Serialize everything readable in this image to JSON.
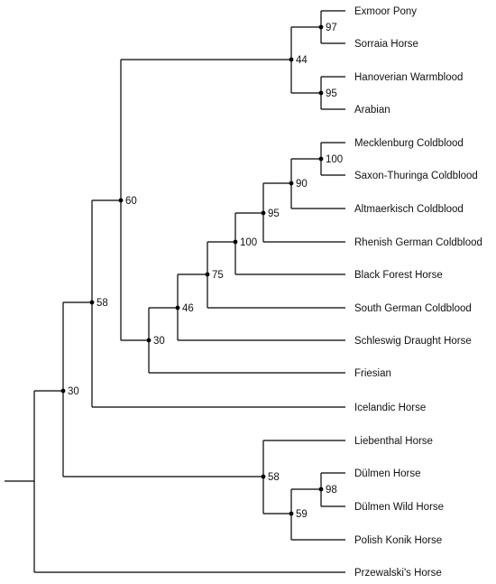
{
  "leaves": [
    "Exmoor Pony",
    "Sorraia Horse",
    "Hanoverian Warmblood",
    "Arabian",
    "Mecklenburg Coldblood",
    "Saxon-Thuringa Coldblood",
    "Altmaerkisch Coldblood",
    "Rhenish German Coldblood",
    "Black Forest Horse",
    "South German Coldblood",
    "Schleswig Draught Horse",
    "Friesian",
    "Icelandic Horse",
    "Liebenthal Horse",
    "Dülmen Horse",
    "Dülmen Wild Horse",
    "Polish Konik Horse",
    "Przewalski's Horse"
  ],
  "bootstrap": {
    "exmoor_sorraia": "97",
    "hanoverian_arabian": "95",
    "warmblood_pony_clade": "44",
    "mecklenburg_saxon": "100",
    "plus_altmaerkisch": "90",
    "plus_rhenish": "95",
    "plus_black_forest": "100",
    "plus_south_german": "75",
    "plus_schleswig": "46",
    "plus_friesian": "30",
    "domestic_split": "60",
    "plus_icelandic": "58",
    "dulmen_pair": "98",
    "plus_konik": "59",
    "plus_liebenthal": "58",
    "all_domestic": "30"
  },
  "colors": {
    "line": "#000000",
    "text": "#111111",
    "background": "#ffffff"
  }
}
